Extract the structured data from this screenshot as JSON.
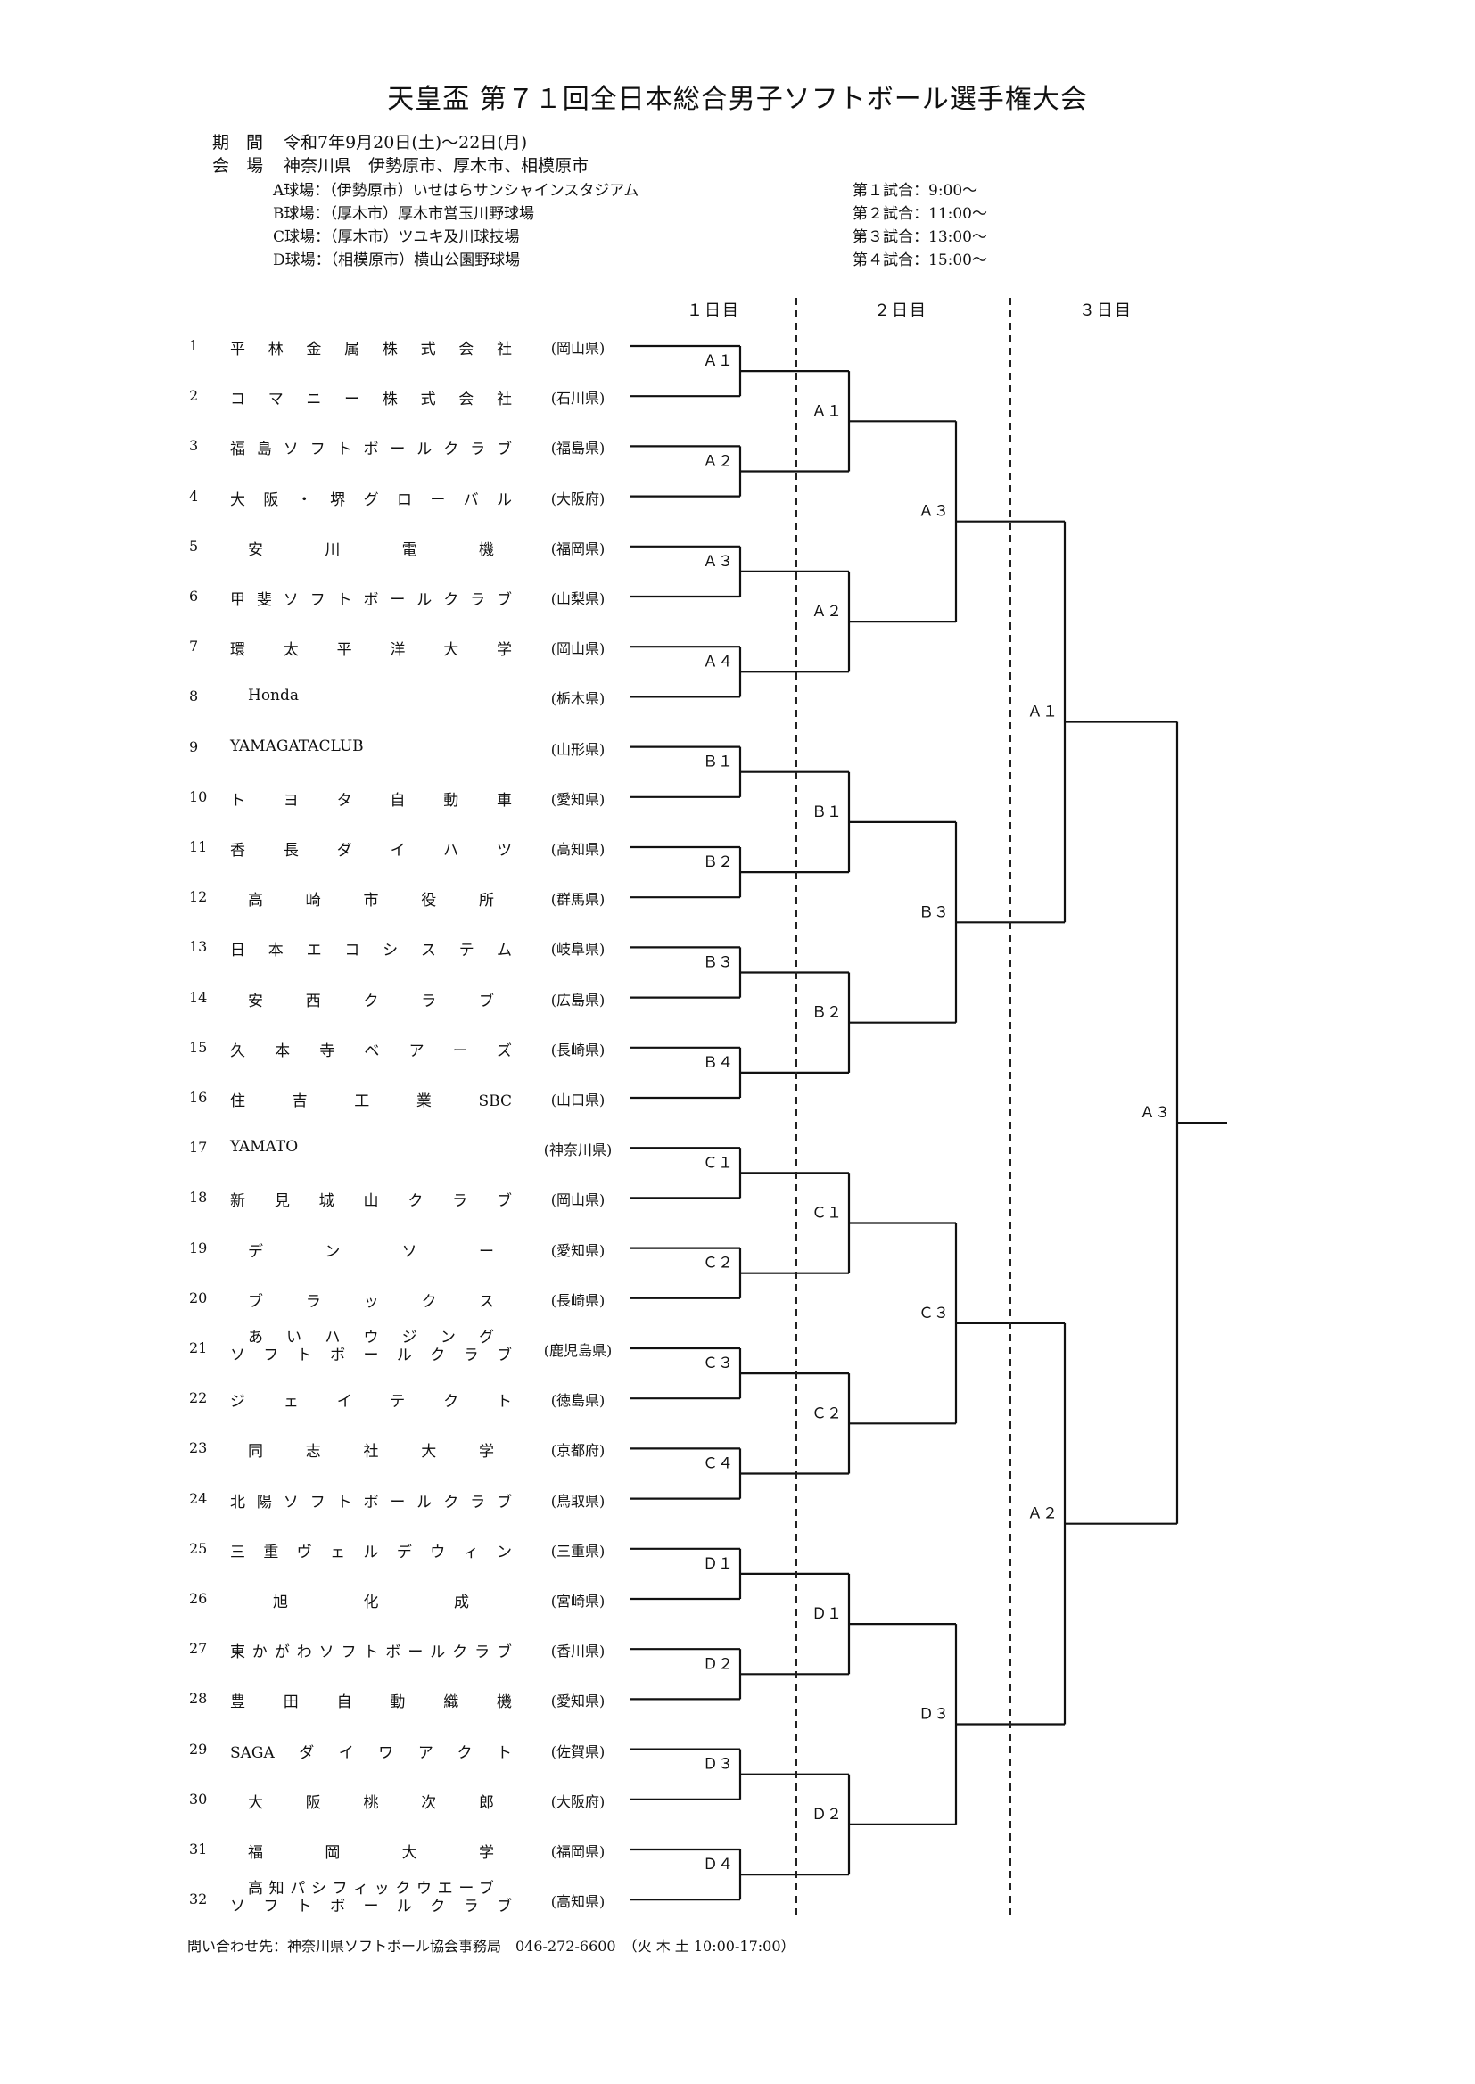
{
  "title": "天皇盃 第７１回全日本総合男子ソフトボール選手権大会",
  "period_label": "期　間",
  "period_value": "令和7年9月20日(土)～22日(月)",
  "venue_label": "会　場",
  "venue_value": "神奈川県　伊勢原市、厚木市、相模原市",
  "venues": [
    "A球場：（伊勢原市）いせはらサンシャインスタジアム",
    "B球場：（厚木市）厚木市営玉川野球場",
    "C球場：（厚木市）ツユキ及川球技場",
    "D球場：（相模原市）横山公園野球場"
  ],
  "schedule": [
    "第１試合：9:00～",
    "第２試合：11:00～",
    "第３試合：13:00～",
    "第４試合：15:00～"
  ],
  "days": [
    "１日目",
    "２日目",
    "３日目"
  ],
  "teams": [
    {
      "no": "1",
      "name": "平林金属株式会社",
      "pref": "(岡山県)"
    },
    {
      "no": "2",
      "name": "コマニー株式会社",
      "pref": "(石川県)"
    },
    {
      "no": "3",
      "name": "福島ソフトボールクラブ",
      "pref": "(福島県)"
    },
    {
      "no": "4",
      "name": "大阪・堺グローバル",
      "pref": "(大阪府)"
    },
    {
      "no": "5",
      "name": "安川電機",
      "pref": "(福岡県)"
    },
    {
      "no": "6",
      "name": "甲斐ソフトボールクラブ",
      "pref": "(山梨県)"
    },
    {
      "no": "7",
      "name": "環太平洋大学",
      "pref": "(岡山県)"
    },
    {
      "no": "8",
      "name": "Honda",
      "pref": "(栃木県)"
    },
    {
      "no": "9",
      "name": "YAMAGATACLUB",
      "pref": "(山形県)"
    },
    {
      "no": "10",
      "name": "トヨタ自動車",
      "pref": "(愛知県)"
    },
    {
      "no": "11",
      "name": "香長ダイハツ",
      "pref": "(高知県)"
    },
    {
      "no": "12",
      "name": "高崎市役所",
      "pref": "(群馬県)"
    },
    {
      "no": "13",
      "name": "日本エコシステム",
      "pref": "(岐阜県)"
    },
    {
      "no": "14",
      "name": "安西クラブ",
      "pref": "(広島県)"
    },
    {
      "no": "15",
      "name": "久本寺ベアーズ",
      "pref": "(長崎県)"
    },
    {
      "no": "16",
      "name": "住吉工業SBC",
      "pref": "(山口県)"
    },
    {
      "no": "17",
      "name": "YAMATO",
      "pref": "(神奈川県)"
    },
    {
      "no": "18",
      "name": "新見城山クラブ",
      "pref": "(岡山県)"
    },
    {
      "no": "19",
      "name": "デンソー",
      "pref": "(愛知県)"
    },
    {
      "no": "20",
      "name": "ブラックス",
      "pref": "(長崎県)"
    },
    {
      "no": "21",
      "name": "あいハウジング",
      "name2": "ソフトボールクラブ",
      "pref": "(鹿児島県)"
    },
    {
      "no": "22",
      "name": "ジェイテクト",
      "pref": "(徳島県)"
    },
    {
      "no": "23",
      "name": "同志社大学",
      "pref": "(京都府)"
    },
    {
      "no": "24",
      "name": "北陽ソフトボールクラブ",
      "pref": "(鳥取県)"
    },
    {
      "no": "25",
      "name": "三重ヴェルデウィン",
      "pref": "(三重県)"
    },
    {
      "no": "26",
      "name": "旭化成",
      "pref": "(宮崎県)"
    },
    {
      "no": "27",
      "name": "東かがわソフトボールクラブ",
      "pref": "(香川県)"
    },
    {
      "no": "28",
      "name": "豊田自動織機",
      "pref": "(愛知県)"
    },
    {
      "no": "29",
      "name": "SAGAダイワアクト",
      "pref": "(佐賀県)"
    },
    {
      "no": "30",
      "name": "大阪桃次郎",
      "pref": "(大阪府)"
    },
    {
      "no": "31",
      "name": "福岡大学",
      "pref": "(福岡県)"
    },
    {
      "no": "32",
      "name": "高知パシフィックウエーブ",
      "name2": "ソフトボールクラブ",
      "pref": "(高知県)"
    }
  ],
  "round1": [
    "Ａ１",
    "Ａ２",
    "Ａ３",
    "Ａ４",
    "Ｂ１",
    "Ｂ２",
    "Ｂ３",
    "Ｂ４",
    "Ｃ１",
    "Ｃ２",
    "Ｃ３",
    "Ｃ４",
    "Ｄ１",
    "Ｄ２",
    "Ｄ３",
    "Ｄ４"
  ],
  "round2": [
    "Ａ１",
    "Ａ２",
    "Ｂ１",
    "Ｂ２",
    "Ｃ１",
    "Ｃ２",
    "Ｄ１",
    "Ｄ２"
  ],
  "round3": [
    "Ａ３",
    "Ｂ３",
    "Ｃ３",
    "Ｄ３"
  ],
  "round4": [
    "Ａ１",
    "Ａ２"
  ],
  "final": "Ａ３",
  "footer": "問い合わせ先：神奈川県ソフトボール協会事務局　046-272-6600　（火 木 土 10:00-17:00）"
}
